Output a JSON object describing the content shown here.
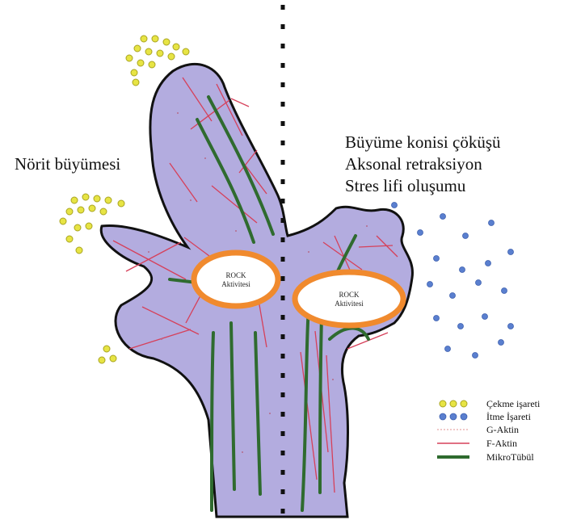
{
  "title": "",
  "labels": {
    "left": "Nörit büyümesi",
    "right": [
      "Büyüme konisi çöküşü",
      "Aksonal retraksiyon",
      "Stres lifi oluşumu"
    ]
  },
  "rock_markers": [
    {
      "line1": "ROCK",
      "line2": "Aktivitesi"
    },
    {
      "line1": "ROCK",
      "line2": "Aktivitesi"
    }
  ],
  "legend": [
    {
      "symbol": "yellow-circles",
      "label": "Çekme işareti"
    },
    {
      "symbol": "blue-dots",
      "label": "İtme İşareti"
    },
    {
      "symbol": "g-actin-dashes",
      "label": "G-Aktin"
    },
    {
      "symbol": "red-line",
      "label": "F-Aktin"
    },
    {
      "symbol": "green-line",
      "label": "MikroTübül"
    }
  ],
  "colors": {
    "cell_fill": "#b3acdf",
    "cell_outline": "#111111",
    "attractive_cue": "#e7e444",
    "repulsive_cue": "#5a7fcf",
    "f_actin": "#d6405a",
    "microtubule": "#2f6b2f",
    "rock_ring": "#f08a2e"
  }
}
